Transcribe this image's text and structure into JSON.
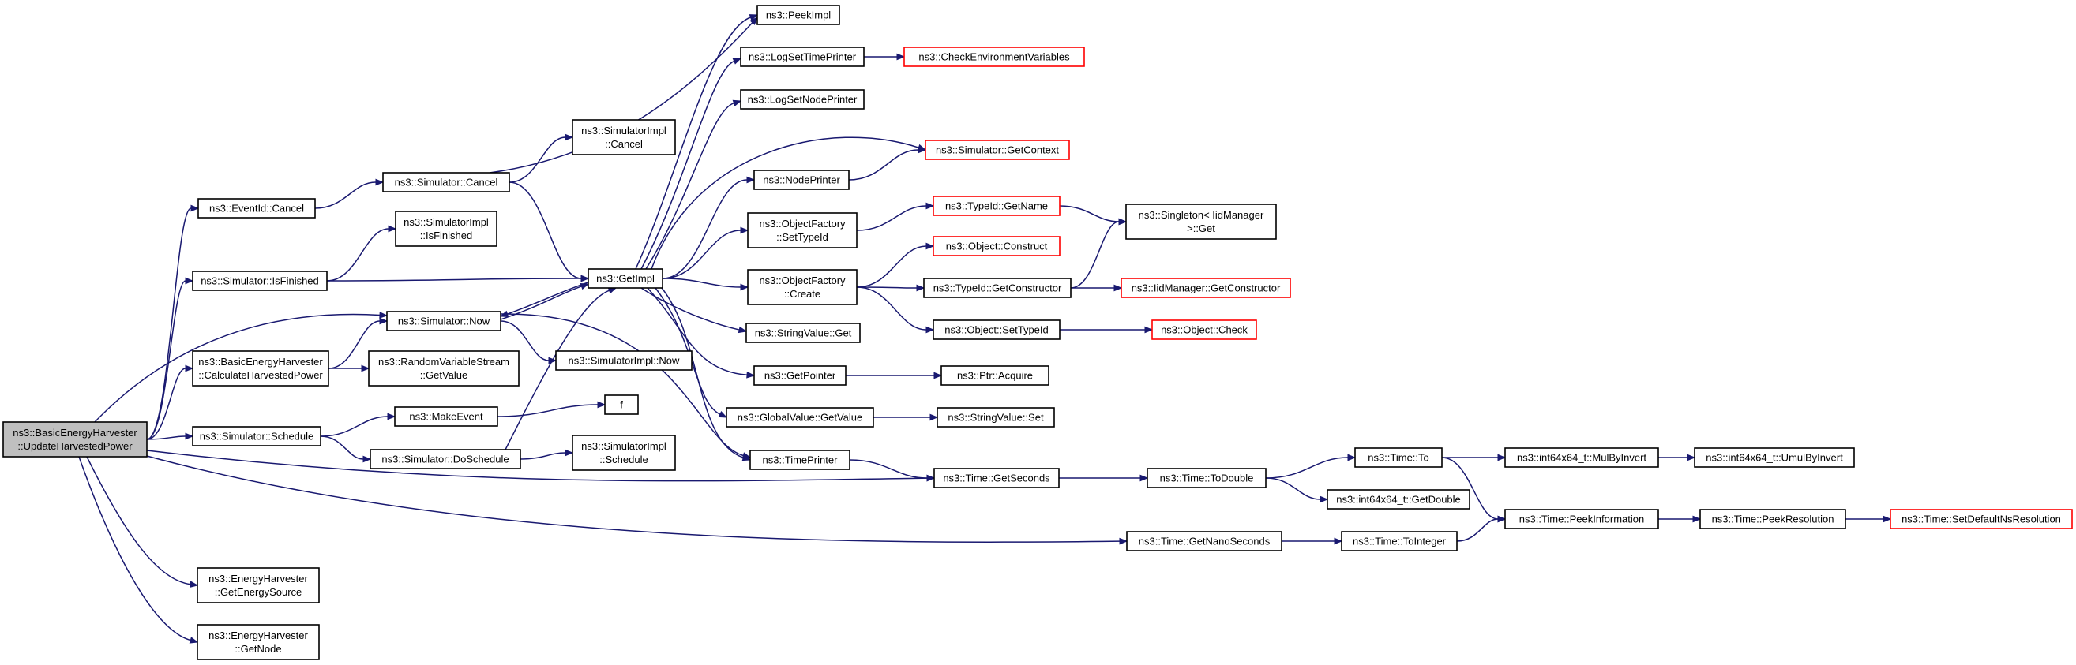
{
  "graph": {
    "colors": {
      "edge": "#191970",
      "node_border": "#000000",
      "truncated_border": "#ff0000",
      "root_fill": "#bfbfbf",
      "node_fill": "#ffffff"
    },
    "nodes": [
      {
        "id": "root",
        "lines": [
          "ns3::BasicEnergyHarvester",
          "::UpdateHarvestedPower"
        ],
        "style": "root"
      },
      {
        "id": "eventid_cancel",
        "lines": [
          "ns3::EventId::Cancel"
        ]
      },
      {
        "id": "sim_isfinished",
        "lines": [
          "ns3::Simulator::IsFinished"
        ]
      },
      {
        "id": "calc_harvested",
        "lines": [
          "ns3::BasicEnergyHarvester",
          "::CalculateHarvestedPower"
        ]
      },
      {
        "id": "sim_schedule",
        "lines": [
          "ns3::Simulator::Schedule"
        ]
      },
      {
        "id": "get_energy_source",
        "lines": [
          "ns3::EnergyHarvester",
          "::GetEnergySource"
        ]
      },
      {
        "id": "get_node",
        "lines": [
          "ns3::EnergyHarvester",
          "::GetNode"
        ]
      },
      {
        "id": "sim_cancel",
        "lines": [
          "ns3::Simulator::Cancel"
        ]
      },
      {
        "id": "simimpl_isfinished",
        "lines": [
          "ns3::SimulatorImpl",
          "::IsFinished"
        ]
      },
      {
        "id": "sim_now",
        "lines": [
          "ns3::Simulator::Now"
        ]
      },
      {
        "id": "rvs_getvalue",
        "lines": [
          "ns3::RandomVariableStream",
          "::GetValue"
        ]
      },
      {
        "id": "make_event",
        "lines": [
          "ns3::MakeEvent"
        ]
      },
      {
        "id": "sim_doschedule",
        "lines": [
          "ns3::Simulator::DoSchedule"
        ]
      },
      {
        "id": "simimpl_cancel",
        "lines": [
          "ns3::SimulatorImpl",
          "::Cancel"
        ]
      },
      {
        "id": "getimpl",
        "lines": [
          "ns3::GetImpl"
        ]
      },
      {
        "id": "simimpl_now",
        "lines": [
          "ns3::SimulatorImpl::Now"
        ]
      },
      {
        "id": "f",
        "lines": [
          "f"
        ]
      },
      {
        "id": "simimpl_schedule",
        "lines": [
          "ns3::SimulatorImpl",
          "::Schedule"
        ]
      },
      {
        "id": "peekimpl",
        "lines": [
          "ns3::PeekImpl"
        ]
      },
      {
        "id": "logsettimeprinter",
        "lines": [
          "ns3::LogSetTimePrinter"
        ]
      },
      {
        "id": "logsetnodeprinter",
        "lines": [
          "ns3::LogSetNodePrinter"
        ]
      },
      {
        "id": "nodeprinter",
        "lines": [
          "ns3::NodePrinter"
        ]
      },
      {
        "id": "objfactory_settypeid",
        "lines": [
          "ns3::ObjectFactory",
          "::SetTypeId"
        ]
      },
      {
        "id": "objfactory_create",
        "lines": [
          "ns3::ObjectFactory",
          "::Create"
        ]
      },
      {
        "id": "stringvalue_get",
        "lines": [
          "ns3::StringValue::Get"
        ]
      },
      {
        "id": "getpointer",
        "lines": [
          "ns3::GetPointer"
        ]
      },
      {
        "id": "globalvalue_getvalue",
        "lines": [
          "ns3::GlobalValue::GetValue"
        ]
      },
      {
        "id": "timeprinter",
        "lines": [
          "ns3::TimePrinter"
        ]
      },
      {
        "id": "check_env",
        "lines": [
          "ns3::CheckEnvironmentVariables"
        ],
        "style": "truncated"
      },
      {
        "id": "sim_getcontext",
        "lines": [
          "ns3::Simulator::GetContext"
        ],
        "style": "truncated"
      },
      {
        "id": "typeid_getname",
        "lines": [
          "ns3::TypeId::GetName"
        ],
        "style": "truncated"
      },
      {
        "id": "object_construct",
        "lines": [
          "ns3::Object::Construct"
        ],
        "style": "truncated"
      },
      {
        "id": "typeid_getconstructor",
        "lines": [
          "ns3::TypeId::GetConstructor"
        ]
      },
      {
        "id": "object_settypeid",
        "lines": [
          "ns3::Object::SetTypeId"
        ]
      },
      {
        "id": "ptr_acquire",
        "lines": [
          "ns3::Ptr::Acquire"
        ]
      },
      {
        "id": "stringvalue_set",
        "lines": [
          "ns3::StringValue::Set"
        ]
      },
      {
        "id": "time_getseconds",
        "lines": [
          "ns3::Time::GetSeconds"
        ]
      },
      {
        "id": "time_getnanoseconds",
        "lines": [
          "ns3::Time::GetNanoSeconds"
        ]
      },
      {
        "id": "singleton_get",
        "lines": [
          "ns3::Singleton< IidManager",
          " >::Get"
        ]
      },
      {
        "id": "iidmanager_getconstructor",
        "lines": [
          "ns3::IidManager::GetConstructor"
        ],
        "style": "truncated"
      },
      {
        "id": "object_check",
        "lines": [
          "ns3::Object::Check"
        ],
        "style": "truncated"
      },
      {
        "id": "time_todouble",
        "lines": [
          "ns3::Time::ToDouble"
        ]
      },
      {
        "id": "time_tointeger",
        "lines": [
          "ns3::Time::ToInteger"
        ]
      },
      {
        "id": "time_to",
        "lines": [
          "ns3::Time::To"
        ]
      },
      {
        "id": "int64_getdouble",
        "lines": [
          "ns3::int64x64_t::GetDouble"
        ]
      },
      {
        "id": "time_peekinformation",
        "lines": [
          "ns3::Time::PeekInformation"
        ]
      },
      {
        "id": "int64_mulbyinvert",
        "lines": [
          "ns3::int64x64_t::MulByInvert"
        ]
      },
      {
        "id": "int64_umulbyinvert",
        "lines": [
          "ns3::int64x64_t::UmulByInvert"
        ]
      },
      {
        "id": "time_peekresolution",
        "lines": [
          "ns3::Time::PeekResolution"
        ]
      },
      {
        "id": "time_setdefaultnsresolution",
        "lines": [
          "ns3::Time::SetDefaultNsResolution"
        ],
        "style": "truncated"
      }
    ],
    "edges": [
      [
        "root",
        "eventid_cancel"
      ],
      [
        "root",
        "sim_isfinished"
      ],
      [
        "root",
        "sim_now"
      ],
      [
        "root",
        "calc_harvested"
      ],
      [
        "root",
        "sim_schedule"
      ],
      [
        "root",
        "time_getseconds"
      ],
      [
        "root",
        "time_getnanoseconds"
      ],
      [
        "root",
        "get_energy_source"
      ],
      [
        "root",
        "get_node"
      ],
      [
        "eventid_cancel",
        "sim_cancel"
      ],
      [
        "sim_cancel",
        "simimpl_cancel"
      ],
      [
        "sim_cancel",
        "getimpl"
      ],
      [
        "sim_cancel",
        "peekimpl"
      ],
      [
        "sim_isfinished",
        "simimpl_isfinished"
      ],
      [
        "sim_isfinished",
        "getimpl"
      ],
      [
        "calc_harvested",
        "sim_now"
      ],
      [
        "calc_harvested",
        "rvs_getvalue"
      ],
      [
        "sim_now",
        "getimpl"
      ],
      [
        "sim_now",
        "simimpl_now"
      ],
      [
        "sim_now",
        "timeprinter"
      ],
      [
        "sim_schedule",
        "make_event"
      ],
      [
        "sim_schedule",
        "sim_doschedule"
      ],
      [
        "make_event",
        "f"
      ],
      [
        "sim_doschedule",
        "getimpl"
      ],
      [
        "sim_doschedule",
        "simimpl_schedule"
      ],
      [
        "getimpl",
        "peekimpl"
      ],
      [
        "getimpl",
        "logsettimeprinter"
      ],
      [
        "getimpl",
        "logsetnodeprinter"
      ],
      [
        "getimpl",
        "sim_getcontext"
      ],
      [
        "getimpl",
        "nodeprinter"
      ],
      [
        "getimpl",
        "objfactory_settypeid"
      ],
      [
        "getimpl",
        "sim_now"
      ],
      [
        "getimpl",
        "objfactory_create"
      ],
      [
        "getimpl",
        "stringvalue_get"
      ],
      [
        "getimpl",
        "getpointer"
      ],
      [
        "getimpl",
        "globalvalue_getvalue"
      ],
      [
        "getimpl",
        "timeprinter"
      ],
      [
        "logsettimeprinter",
        "check_env"
      ],
      [
        "nodeprinter",
        "sim_getcontext"
      ],
      [
        "objfactory_settypeid",
        "typeid_getname"
      ],
      [
        "objfactory_create",
        "object_construct"
      ],
      [
        "objfactory_create",
        "typeid_getconstructor"
      ],
      [
        "objfactory_create",
        "object_settypeid"
      ],
      [
        "typeid_getname",
        "singleton_get"
      ],
      [
        "typeid_getconstructor",
        "singleton_get"
      ],
      [
        "typeid_getconstructor",
        "iidmanager_getconstructor"
      ],
      [
        "object_settypeid",
        "object_check"
      ],
      [
        "getpointer",
        "ptr_acquire"
      ],
      [
        "globalvalue_getvalue",
        "stringvalue_set"
      ],
      [
        "timeprinter",
        "time_getseconds"
      ],
      [
        "time_getseconds",
        "time_todouble"
      ],
      [
        "time_getnanoseconds",
        "time_tointeger"
      ],
      [
        "time_todouble",
        "time_to"
      ],
      [
        "time_todouble",
        "int64_getdouble"
      ],
      [
        "time_to",
        "int64_mulbyinvert"
      ],
      [
        "time_to",
        "time_peekinformation"
      ],
      [
        "int64_mulbyinvert",
        "int64_umulbyinvert"
      ],
      [
        "time_tointeger",
        "time_peekinformation"
      ],
      [
        "time_peekinformation",
        "time_peekresolution"
      ],
      [
        "time_peekresolution",
        "time_setdefaultnsresolution"
      ]
    ]
  }
}
